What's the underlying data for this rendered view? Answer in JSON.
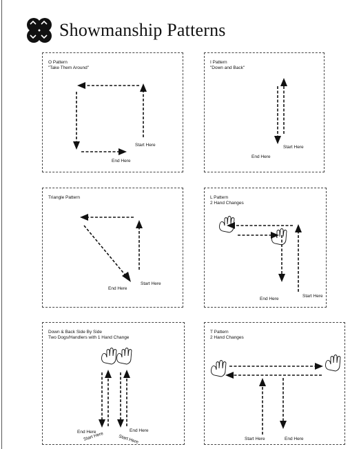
{
  "page": {
    "title": "Showmanship Patterns",
    "logo": "4-h-clover-icon"
  },
  "panels": [
    {
      "id": "o-pattern",
      "title_line1": "O Pattern",
      "title_line2": "\"Take Them Around\"",
      "start_label": "Start Here",
      "end_label": "End Here"
    },
    {
      "id": "i-pattern",
      "title_line1": "I Pattern",
      "title_line2": "\"Down and Back\"",
      "start_label": "Start Here",
      "end_label": "End Here"
    },
    {
      "id": "triangle-pattern",
      "title_line1": "Triangle Pattern",
      "title_line2": "",
      "start_label": "Start Here",
      "end_label": "End Here"
    },
    {
      "id": "l-pattern",
      "title_line1": "L Pattern",
      "title_line2": "2 Hand Changes",
      "start_label": "Start Here",
      "end_label": "End Here"
    },
    {
      "id": "side-by-side-pattern",
      "title_line1": "Down & Back Side By Side",
      "title_line2": "Two Dogs/Handlers with 1 Hand Change",
      "start_label": "Start Here",
      "end_label": "End Here",
      "end_label_2": "End Here",
      "start_label_2": "Start Here"
    },
    {
      "id": "t-pattern",
      "title_line1": "T Pattern",
      "title_line2": "2 Hand Changes",
      "start_label": "Start Here",
      "end_label": "End Here"
    }
  ],
  "colors": {
    "ink": "#111111",
    "background": "#ffffff"
  }
}
